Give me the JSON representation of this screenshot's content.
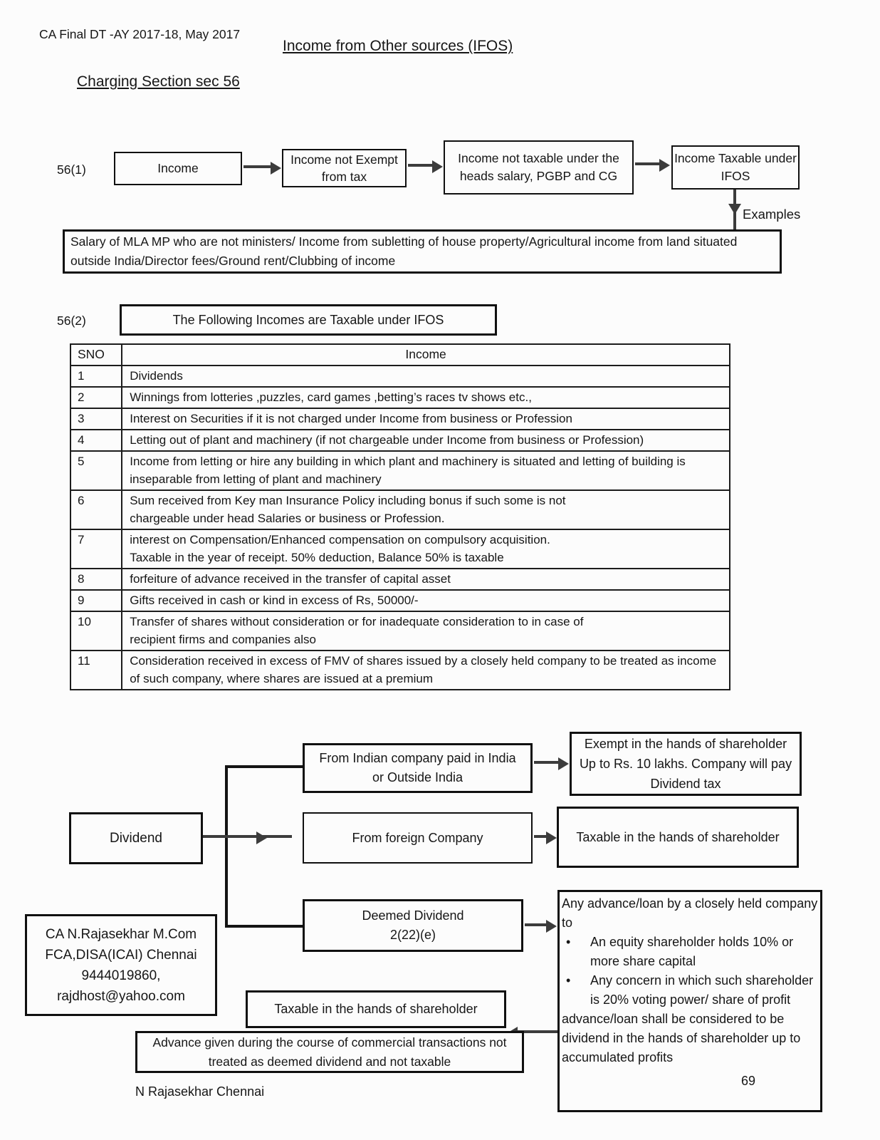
{
  "page": {
    "header_left": "CA Final DT -AY 2017-18, May 2017",
    "title": "Income from Other sources (IFOS)",
    "subtitle": "Charging Section sec 56",
    "footer": "N Rajasekhar Chennai"
  },
  "flow56_1": {
    "label": "56(1)",
    "box1": "Income",
    "box2": "Income not Exempt from tax",
    "box3": "Income not taxable under the heads salary, PGBP and CG",
    "box4": "Income Taxable under IFOS",
    "examples_label": "Examples",
    "examples_text": "Salary of MLA MP who are not ministers/ Income from subletting of house property/Agricultural income from land situated outside India/Director fees/Ground rent/Clubbing of income"
  },
  "flow56_2": {
    "label": "56(2)",
    "title": "The Following Incomes are  Taxable under IFOS",
    "table": {
      "headers": [
        "SNO",
        "Income"
      ],
      "rows": [
        [
          "1",
          "Dividends"
        ],
        [
          "2",
          "Winnings from lotteries ,puzzles, card games ,betting’s races tv shows etc.,"
        ],
        [
          "3",
          "Interest on Securities if it is not charged under Income from business or Profession"
        ],
        [
          "4",
          "Letting out of plant and machinery (if not chargeable under Income from business or Profession)"
        ],
        [
          "5",
          "Income from letting or hire any building in which plant and machinery is situated and letting of building is inseparable from letting of plant and machinery"
        ],
        [
          "6",
          "Sum received from Key man Insurance Policy including bonus if such some is not chargeable under head Salaries or business or Profession."
        ],
        [
          "7",
          "interest on Compensation/Enhanced compensation on compulsory acquisition.  Taxable in the year of receipt. 50% deduction, Balance 50% is taxable"
        ],
        [
          "8",
          "forfeiture of advance received in the transfer of capital asset"
        ],
        [
          "9",
          "Gifts received in cash or kind in excess of Rs, 50000/-"
        ],
        [
          "10",
          "Transfer of shares without consideration or for inadequate consideration to  in case of recipient firms and companies also"
        ],
        [
          "11",
          "Consideration received in excess of FMV of shares issued by a closely  held  company to be treated as income of such company, where shares are issued at a premium"
        ]
      ]
    }
  },
  "dividend_flow": {
    "root": "Dividend",
    "branch_indian": "From Indian company paid in India or Outside India",
    "result_indian": "Exempt in the hands of shareholder Up to Rs. 10 lakhs. Company will pay Dividend tax",
    "branch_foreign": "From foreign Company",
    "result_foreign": "Taxable in the hands of shareholder",
    "branch_deemed_line1": "Deemed Dividend",
    "branch_deemed_line2": "2(22)(e)",
    "deemed_box": {
      "intro": "Any advance/loan by a closely held company to",
      "bullet1": "An equity shareholder holds 10% or more share capital",
      "bullet2": "Any concern in which such shareholder is 20% voting power/ share of profit",
      "outro": "advance/loan shall be considered to be dividend in the hands of  shareholder up to accumulated profits",
      "page_number": "69"
    },
    "taxable_shareholder": "Taxable in the hands of shareholder",
    "advance_note": "Advance given during the course of commercial transactions not treated as deemed dividend and not taxable"
  },
  "contact": {
    "line1": "CA N.Rajasekhar M.Com",
    "line2": "FCA,DISA(ICAI)  Chennai",
    "line3": "9444019860,",
    "line4": "rajdhost@yahoo.com"
  }
}
